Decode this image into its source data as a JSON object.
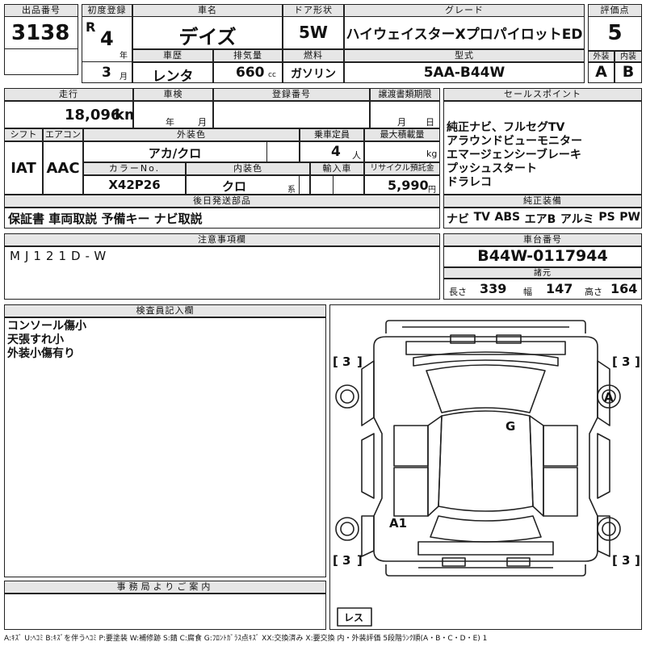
{
  "header": {
    "lot_label": "出品番号",
    "lot": "3138",
    "first_reg_label": "初度登録",
    "era": "R",
    "year": "4",
    "year_unit": "年",
    "month": "3",
    "month_unit": "月",
    "car_name_label": "車名",
    "car_name": "デイズ",
    "door_label": "ドア形状",
    "door": "5W",
    "grade_label": "グレード",
    "grade": "ハイウェイスターXプロパイロットED",
    "score_label": "評価点",
    "score": "5",
    "history_label": "車歴",
    "history": "レンタ",
    "displacement_label": "排気量",
    "displacement": "660",
    "displacement_unit": "cc",
    "fuel_label": "燃料",
    "fuel": "ガソリン",
    "model_label": "型式",
    "model": "5AA-B44W",
    "exterior_label": "外装",
    "exterior": "A",
    "interior_label": "内装",
    "interior": "B"
  },
  "row2": {
    "mileage_label": "走行",
    "mileage": "18,096",
    "mileage_unit": "km",
    "inspection_label": "車検",
    "inspection_year_unit": "年",
    "inspection_month_unit": "月",
    "plate_label": "登録番号",
    "transfer_label": "譲渡書類期限",
    "transfer_month_unit": "月",
    "transfer_day_unit": "日",
    "shift_label": "シフト",
    "shift": "IAT",
    "ac_label": "エアコン",
    "ac": "AAC",
    "ext_color_label": "外装色",
    "ext_color": "アカ/クロ",
    "capacity_label": "乗車定員",
    "capacity": "4",
    "capacity_unit": "人",
    "load_label": "最大積載量",
    "load_unit": "kg",
    "color_no_label": "カラーNo.",
    "color_no": "X42P26",
    "int_color_label": "内装色",
    "int_color": "クロ",
    "int_color_unit": "系",
    "import_label": "輸入車",
    "recycle_label": "リサイクル預託金",
    "recycle": "5,990",
    "recycle_unit": "円",
    "later_parts_label": "後日発送部品",
    "later_parts": "保証書 車両取説 予備キー ナビ取説"
  },
  "sales": {
    "label": "セールスポイント",
    "items": [
      "純正ナビ、フルセグTV",
      "アラウンドビューモニター",
      "エマージェンシーブレーキ",
      "プッシュスタート",
      "ドラレコ"
    ],
    "equip_label": "純正装備",
    "equip": [
      "ナビ",
      "TV",
      "ABS",
      "エアB",
      "アルミ",
      "PS",
      "PW"
    ]
  },
  "notes": {
    "label": "注意事項欄",
    "text": "MJ121D-W"
  },
  "chassis": {
    "label": "車台番号",
    "number": "B44W-0117944",
    "dims_label": "諸元",
    "len_label": "長さ",
    "len": "339",
    "wid_label": "幅",
    "wid": "147",
    "hei_label": "高さ",
    "hei": "164"
  },
  "inspector": {
    "label": "検査員記入欄",
    "lines": [
      "コンソール傷小",
      "天張すれ小",
      "外装小傷有り"
    ]
  },
  "diagram": {
    "tire_fl": "3",
    "tire_fr": "3",
    "tire_rl": "3",
    "tire_rr": "3",
    "mark_a": "A",
    "mark_g": "G",
    "mark_a1": "A1",
    "no_spare": "レス"
  },
  "office": {
    "label": "事務局よりご案内"
  },
  "legend": "A:ｷｽﾞ U:ﾍｺﾐ B:ｷｽﾞを伴うﾍｺﾐ P:要塗装 W:補修跡 S:錆 C:腐食 G:ﾌﾛﾝﾄｶﾞﾗｽ点ｷｽﾞ XX:交換済み X:要交換  内・外装評価 5段階ﾗﾝｸ順(A・B・C・D・E) 1"
}
